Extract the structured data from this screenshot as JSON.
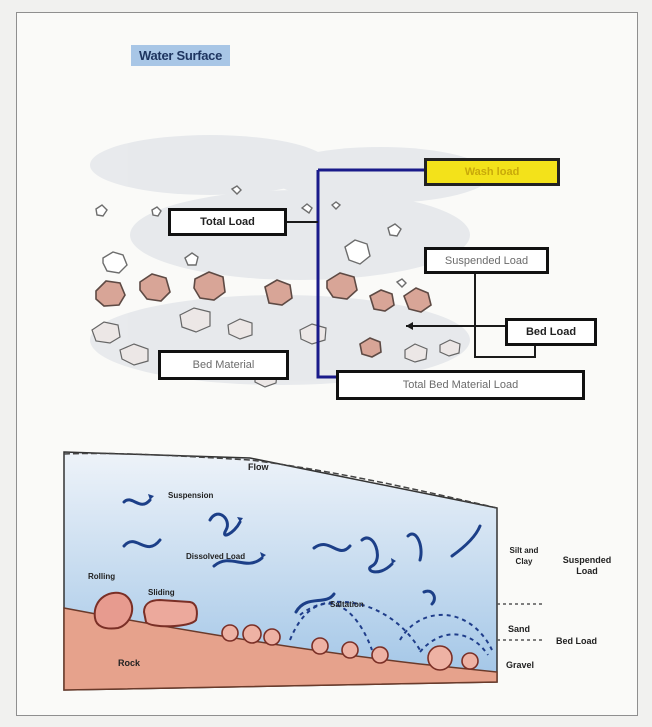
{
  "top_diagram": {
    "water_surface": "Water Surface",
    "wash_load": "Wash load",
    "total_load": "Total Load",
    "suspended_load": "Suspended Load",
    "bed_load": "Bed Load",
    "bed_material": "Bed Material",
    "total_bed_material_load": "Total Bed Material Load"
  },
  "bottom_diagram": {
    "flow": "Flow",
    "suspension": "Suspension",
    "dissolved_load": "Dissolved Load",
    "silt_and_clay": "Silt and Clay",
    "suspended_load": "Suspended Load",
    "rolling": "Rolling",
    "sliding": "Sliding",
    "saltation": "Saltation",
    "sand": "Sand",
    "bed_load": "Bed Load",
    "gravel": "Gravel",
    "rock": "Rock"
  },
  "colors": {
    "water": "#bcd6ee",
    "bed": "#e6a28c",
    "highlight": "#f3e21a",
    "label_bg": "#a8c6e6",
    "arrows": "#1c3f88"
  }
}
